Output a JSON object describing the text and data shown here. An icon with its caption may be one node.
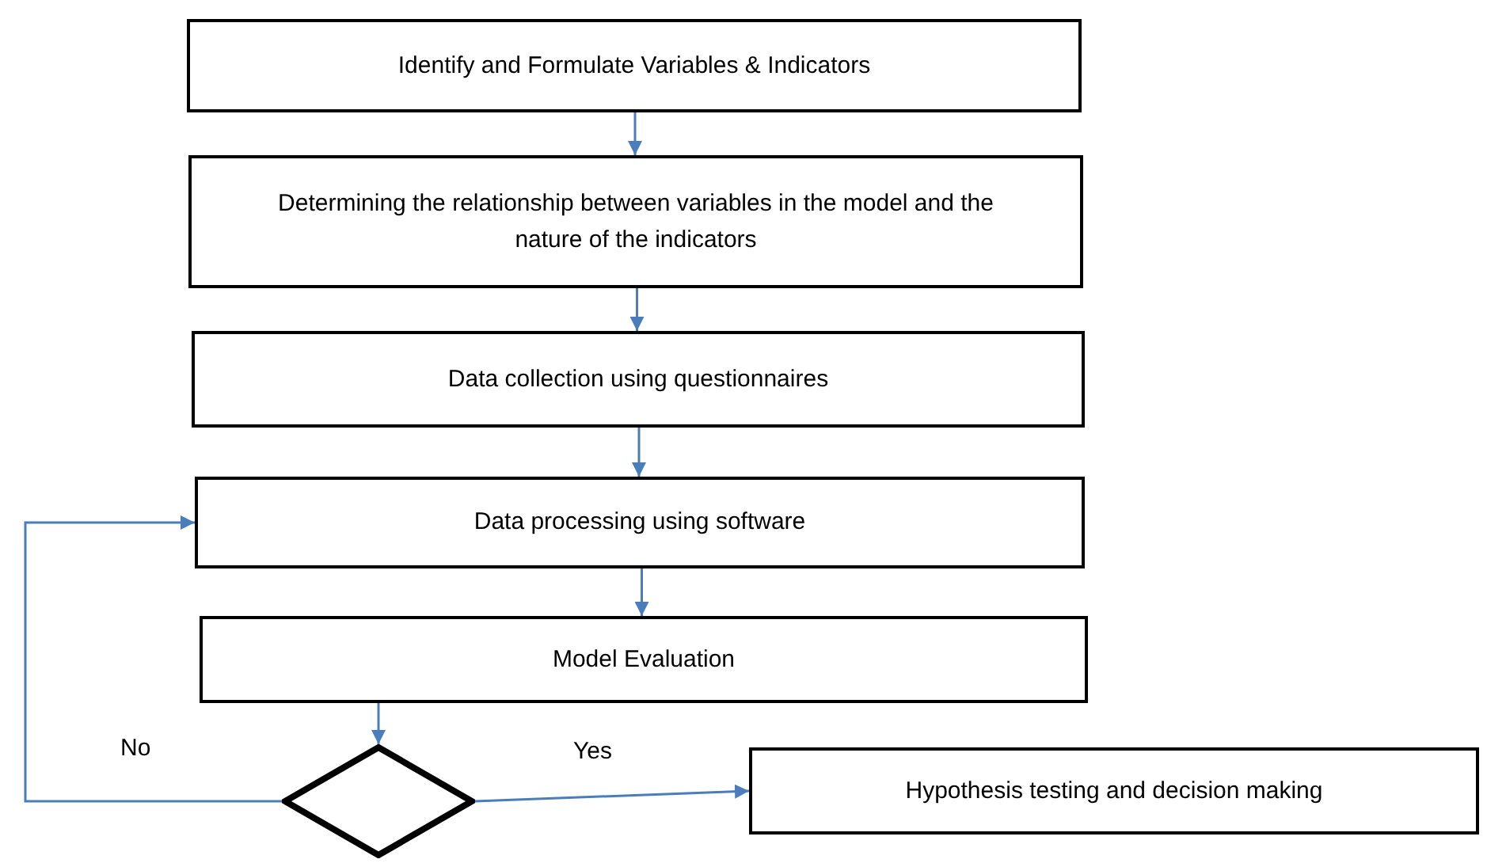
{
  "diagram": {
    "nodes": [
      {
        "text": [
          "Identify and Formulate Variables & Indicators"
        ]
      },
      {
        "text": [
          "Determining the relationship between variables in the model and the nature of the indicators"
        ]
      },
      {
        "text": [
          "Data collection using questionnaires"
        ]
      },
      {
        "text": [
          "Data processing using software"
        ]
      },
      {
        "text": [
          "Model Evaluation"
        ]
      },
      {
        "text": [],
        "shape": "diamond"
      },
      {
        "text": [
          "Hypothesis testing and decision making"
        ]
      }
    ],
    "edges": [
      {
        "from": 0,
        "to": 1,
        "arrow": "to"
      },
      {
        "from": 1,
        "to": 2,
        "arrow": "to"
      },
      {
        "from": 2,
        "to": 3,
        "arrow": "to"
      },
      {
        "from": 3,
        "to": 4,
        "arrow": "to"
      },
      {
        "from": 4,
        "to": 5,
        "arrow": "to"
      },
      {
        "from": 5,
        "to": 6,
        "arrow": "to",
        "label": "Yes"
      },
      {
        "from": 5,
        "to": 3,
        "arrow": "to",
        "label": "No"
      }
    ]
  }
}
